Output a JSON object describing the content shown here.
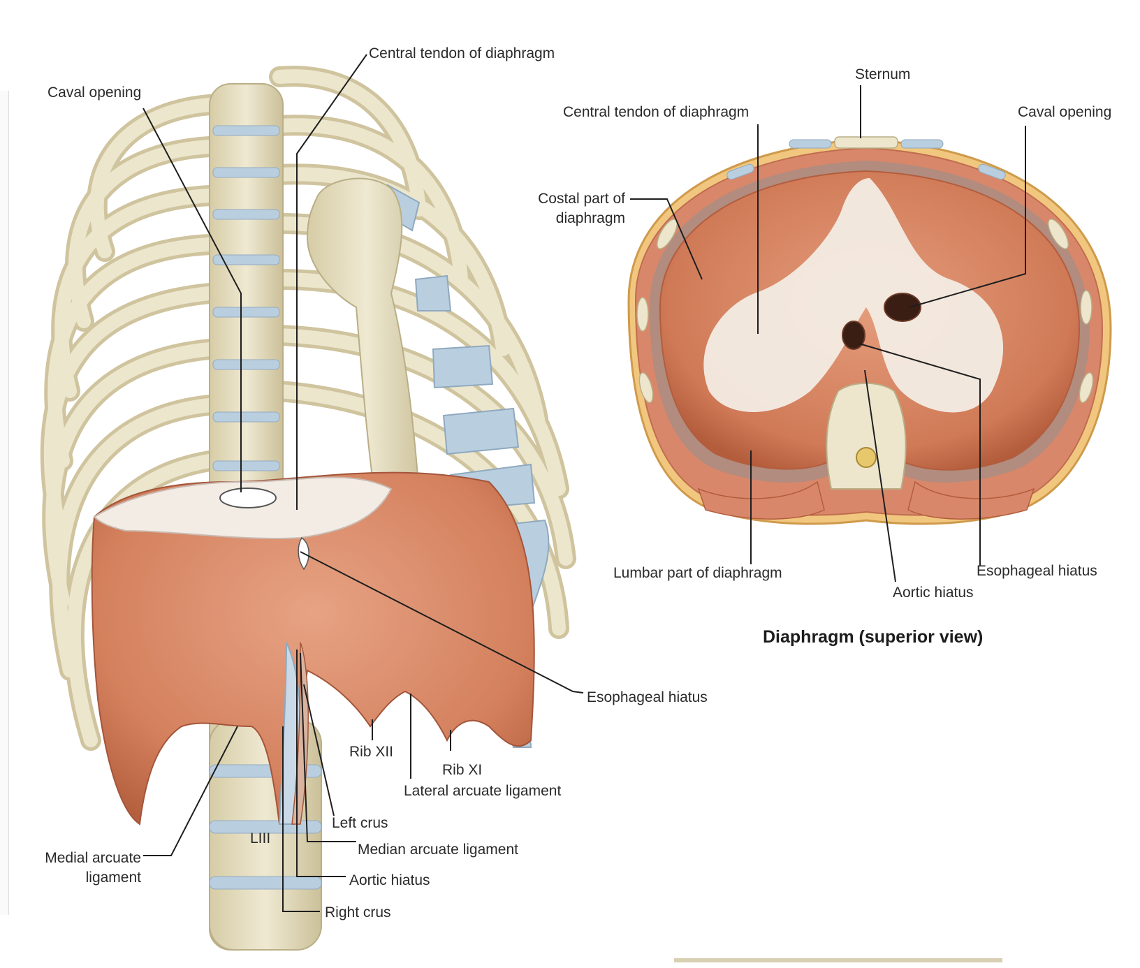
{
  "left_view": {
    "labels": {
      "caval_opening": "Caval opening",
      "central_tendon": "Central tendon of diaphragm",
      "esophageal_hiatus": "Esophageal hiatus",
      "rib_xii": "Rib XII",
      "rib_xi": "Rib XI",
      "lateral_arcuate": "Lateral arcuate ligament",
      "left_crus": "Left crus",
      "median_arcuate": "Median arcuate ligament",
      "aortic_hiatus": "Aortic hiatus",
      "right_crus": "Right crus",
      "medial_arcuate_l1": "Medial arcuate",
      "medial_arcuate_l2": "ligament",
      "liii": "LIII"
    }
  },
  "right_view": {
    "labels": {
      "sternum": "Sternum",
      "central_tendon": "Central tendon of diaphragm",
      "caval_opening": "Caval opening",
      "costal_part_l1": "Costal part of",
      "costal_part_l2": "diaphragm",
      "lumbar_part": "Lumbar part of diaphragm",
      "aortic_hiatus": "Aortic hiatus",
      "esophageal_hiatus": "Esophageal hiatus"
    },
    "caption": "Diaphragm (superior view)"
  },
  "colors": {
    "bone": "#e9e3c8",
    "bone_shadow": "#c9bf98",
    "cartilage": "#b9cfe0",
    "muscle": "#d98865",
    "muscle_dark": "#b8603f",
    "tendon": "#f3ece4",
    "leader": "#1e1e1e"
  }
}
